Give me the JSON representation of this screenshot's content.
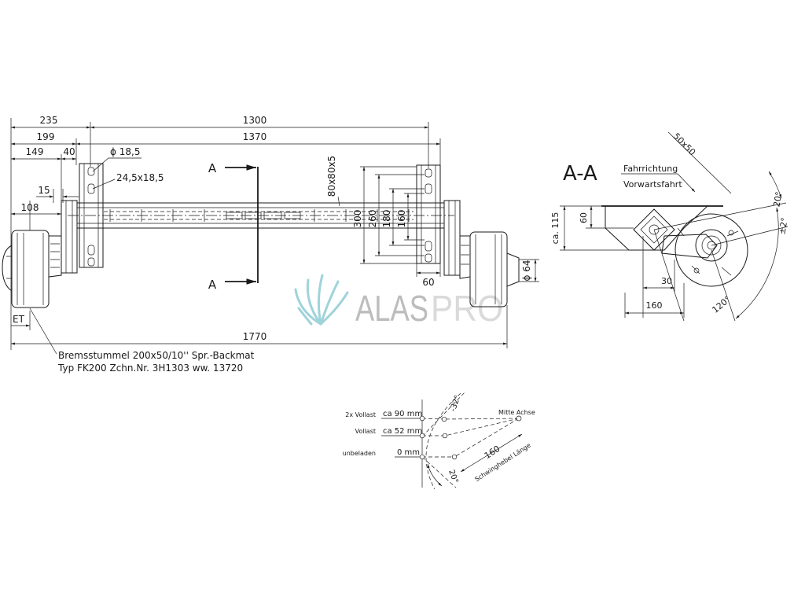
{
  "main_view": {
    "dimensions": {
      "d235": "235",
      "d1300": "1300",
      "d199": "199",
      "d1370": "1370",
      "d149": "149",
      "d40": "40",
      "hole_dia": "ϕ 18,5",
      "slot": "24,5x18,5",
      "d15": "15",
      "d108": "108",
      "profile": "80x80x5",
      "d300": "300",
      "d260": "260",
      "d180": "180",
      "d160": "160",
      "d60": "60",
      "hub_dia": "ϕ 64",
      "et": "ET",
      "d1770": "1770"
    },
    "section_marks": {
      "top": "A",
      "bottom": "A"
    },
    "notes": {
      "line1": "Bremsstummel 200x50/10'' Spr.-Backmat",
      "line2": "Typ FK200 Zchn.Nr. 3H1303 ww. 13720"
    }
  },
  "section_view": {
    "title": "A-A",
    "direction_label": "Fahrrichtung",
    "direction_value": "Vorwartsfahrt",
    "tube": "50x50",
    "angle_up": "20°",
    "angle_tol": "±2°",
    "height": "ca. 115",
    "d60": "60",
    "d30": "30",
    "d160": "160",
    "angle_swing": "120°"
  },
  "load_diagram": {
    "rows": [
      {
        "label": "2x Vollast",
        "value": "ca 90 mm"
      },
      {
        "label": "Vollast",
        "value": "ca 52 mm"
      },
      {
        "label": "unbeladen",
        "value": "0 mm"
      }
    ],
    "angle_up": "-32°",
    "pivot_label": "Mitte Achse",
    "arm_length": "160",
    "arm_length_label": "Schwinghebel Länge",
    "angle_down": "20°"
  },
  "watermark": {
    "brand_a": "ALAS",
    "brand_b": "PRO"
  },
  "colors": {
    "line": "#1a1a1a",
    "leaf": "#9fd3da",
    "watermark_a": "#bdbdbd",
    "watermark_b": "#dadada"
  }
}
